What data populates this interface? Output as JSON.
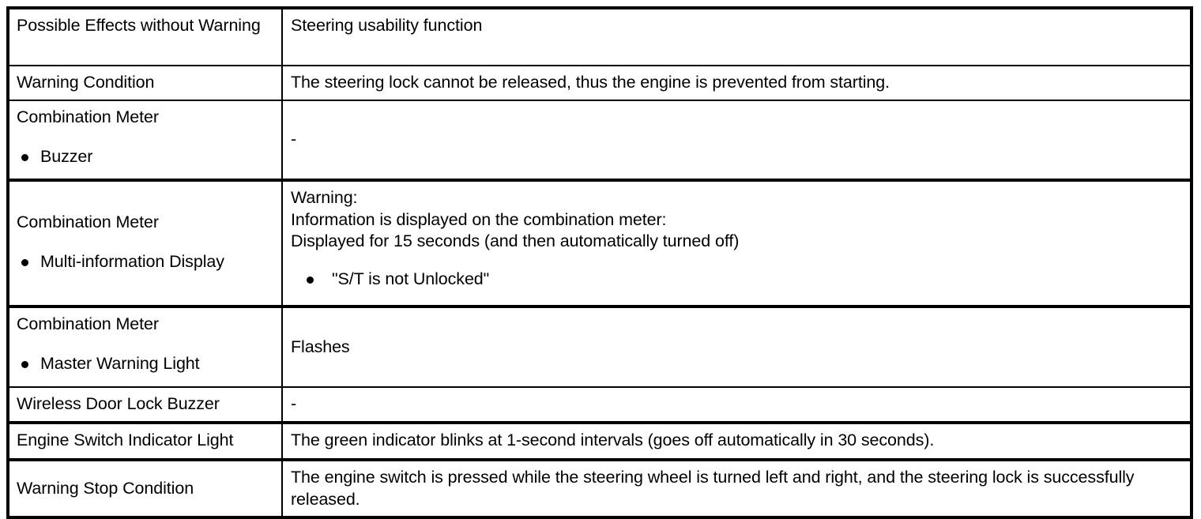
{
  "document": {
    "type": "specification-table",
    "columns": 2,
    "rows": 8
  },
  "table": {
    "rows": [
      {
        "label": "Possible Effects without Warning",
        "label_bullet": null,
        "value_lines": [
          "Steering usability function"
        ],
        "value_bullets": [],
        "value_align": "top"
      },
      {
        "label": "Warning Condition",
        "label_bullet": null,
        "value_lines": [
          "The steering lock cannot be released, thus the engine is prevented from starting."
        ],
        "value_bullets": [],
        "value_align": "top"
      },
      {
        "label": "Combination Meter",
        "label_bullet": "Buzzer",
        "value_lines": [
          "-"
        ],
        "value_bullets": [],
        "value_align": "middle"
      },
      {
        "label": "Combination Meter",
        "label_bullet": "Multi-information Display",
        "value_lines": [
          "Warning:",
          "Information is displayed on the combination meter:",
          "Displayed for 15 seconds (and then automatically turned off)"
        ],
        "value_bullets": [
          "\"S/T is not Unlocked\""
        ],
        "value_align": "top"
      },
      {
        "label": "Combination Meter",
        "label_bullet": "Master Warning Light",
        "value_lines": [
          "Flashes"
        ],
        "value_bullets": [],
        "value_align": "middle"
      },
      {
        "label": "Wireless Door Lock Buzzer",
        "label_bullet": null,
        "value_lines": [
          "-"
        ],
        "value_bullets": [],
        "value_align": "top"
      },
      {
        "label": "Engine Switch Indicator Light",
        "label_bullet": null,
        "value_lines": [
          "The green indicator blinks at 1-second intervals (goes off automatically in 30 seconds)."
        ],
        "value_bullets": [],
        "value_align": "top"
      },
      {
        "label": "Warning Stop Condition",
        "label_bullet": null,
        "value_lines": [
          "The engine switch is pressed while the steering wheel is turned left and right, and the steering lock is successfully released."
        ],
        "value_bullets": [],
        "value_align": "middle"
      }
    ]
  },
  "style": {
    "text_color": "#000000",
    "border_color": "#000000",
    "background_color": "#ffffff"
  }
}
